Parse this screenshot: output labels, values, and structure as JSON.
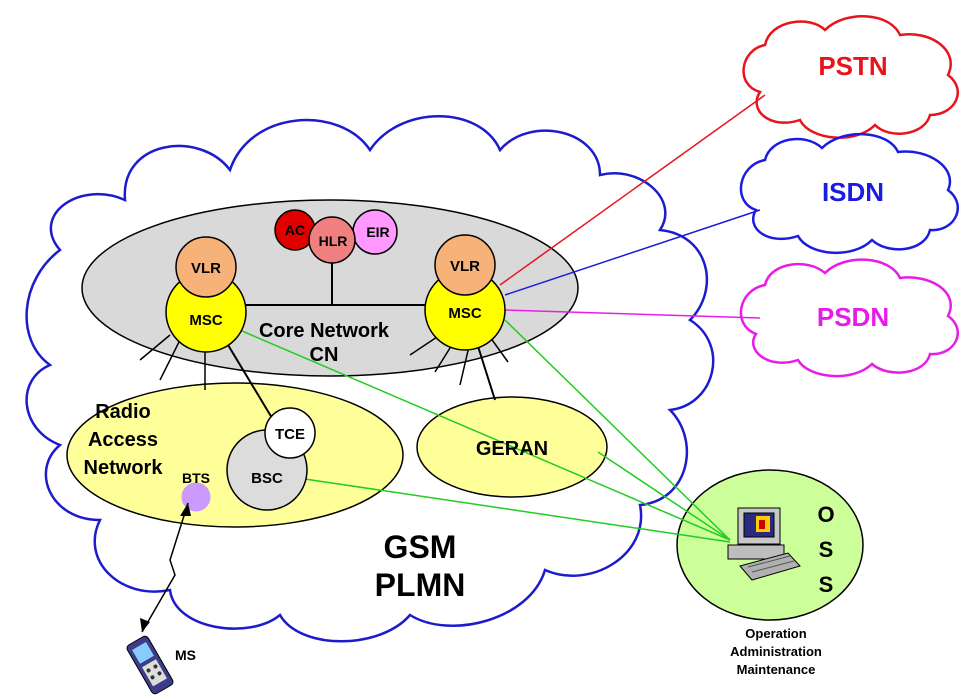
{
  "clouds": {
    "pstn": {
      "label": "PSTN",
      "color": "#e8141c"
    },
    "isdn": {
      "label": "ISDN",
      "color": "#1c1ce0"
    },
    "psdn": {
      "label": "PSDN",
      "color": "#e81ce8"
    }
  },
  "plmn": {
    "label_line1": "GSM",
    "label_line2": "PLMN",
    "color": "#1c1ccc"
  },
  "core": {
    "label_line1": "Core Network",
    "label_line2": "CN"
  },
  "nodes": {
    "vlr_left": "VLR",
    "msc_left": "MSC",
    "vlr_right": "VLR",
    "msc_right": "MSC",
    "ac": "AC",
    "hlr": "HLR",
    "eir": "EIR",
    "tce": "TCE",
    "bsc": "BSC",
    "bts": "BTS",
    "geran": "GERAN",
    "ms": "MS"
  },
  "ran": {
    "line1": "Radio",
    "line2": "Access",
    "line3": "Network"
  },
  "oss": {
    "letters": [
      "O",
      "S",
      "S"
    ],
    "caption": [
      "Operation",
      "Administration",
      "Maintenance"
    ]
  },
  "colors": {
    "msc_fill": "#ffff00",
    "vlr_fill": "#f7b27a",
    "core_fill": "#d9d9d9",
    "ran_fill": "#ffff99",
    "oss_fill": "#ccff99",
    "ac_fill": "#e00000",
    "hlr_fill": "#f08080",
    "eir_fill": "#ff99ff",
    "bts_fill": "#cc99ff",
    "oam_link": "#22cc22"
  }
}
